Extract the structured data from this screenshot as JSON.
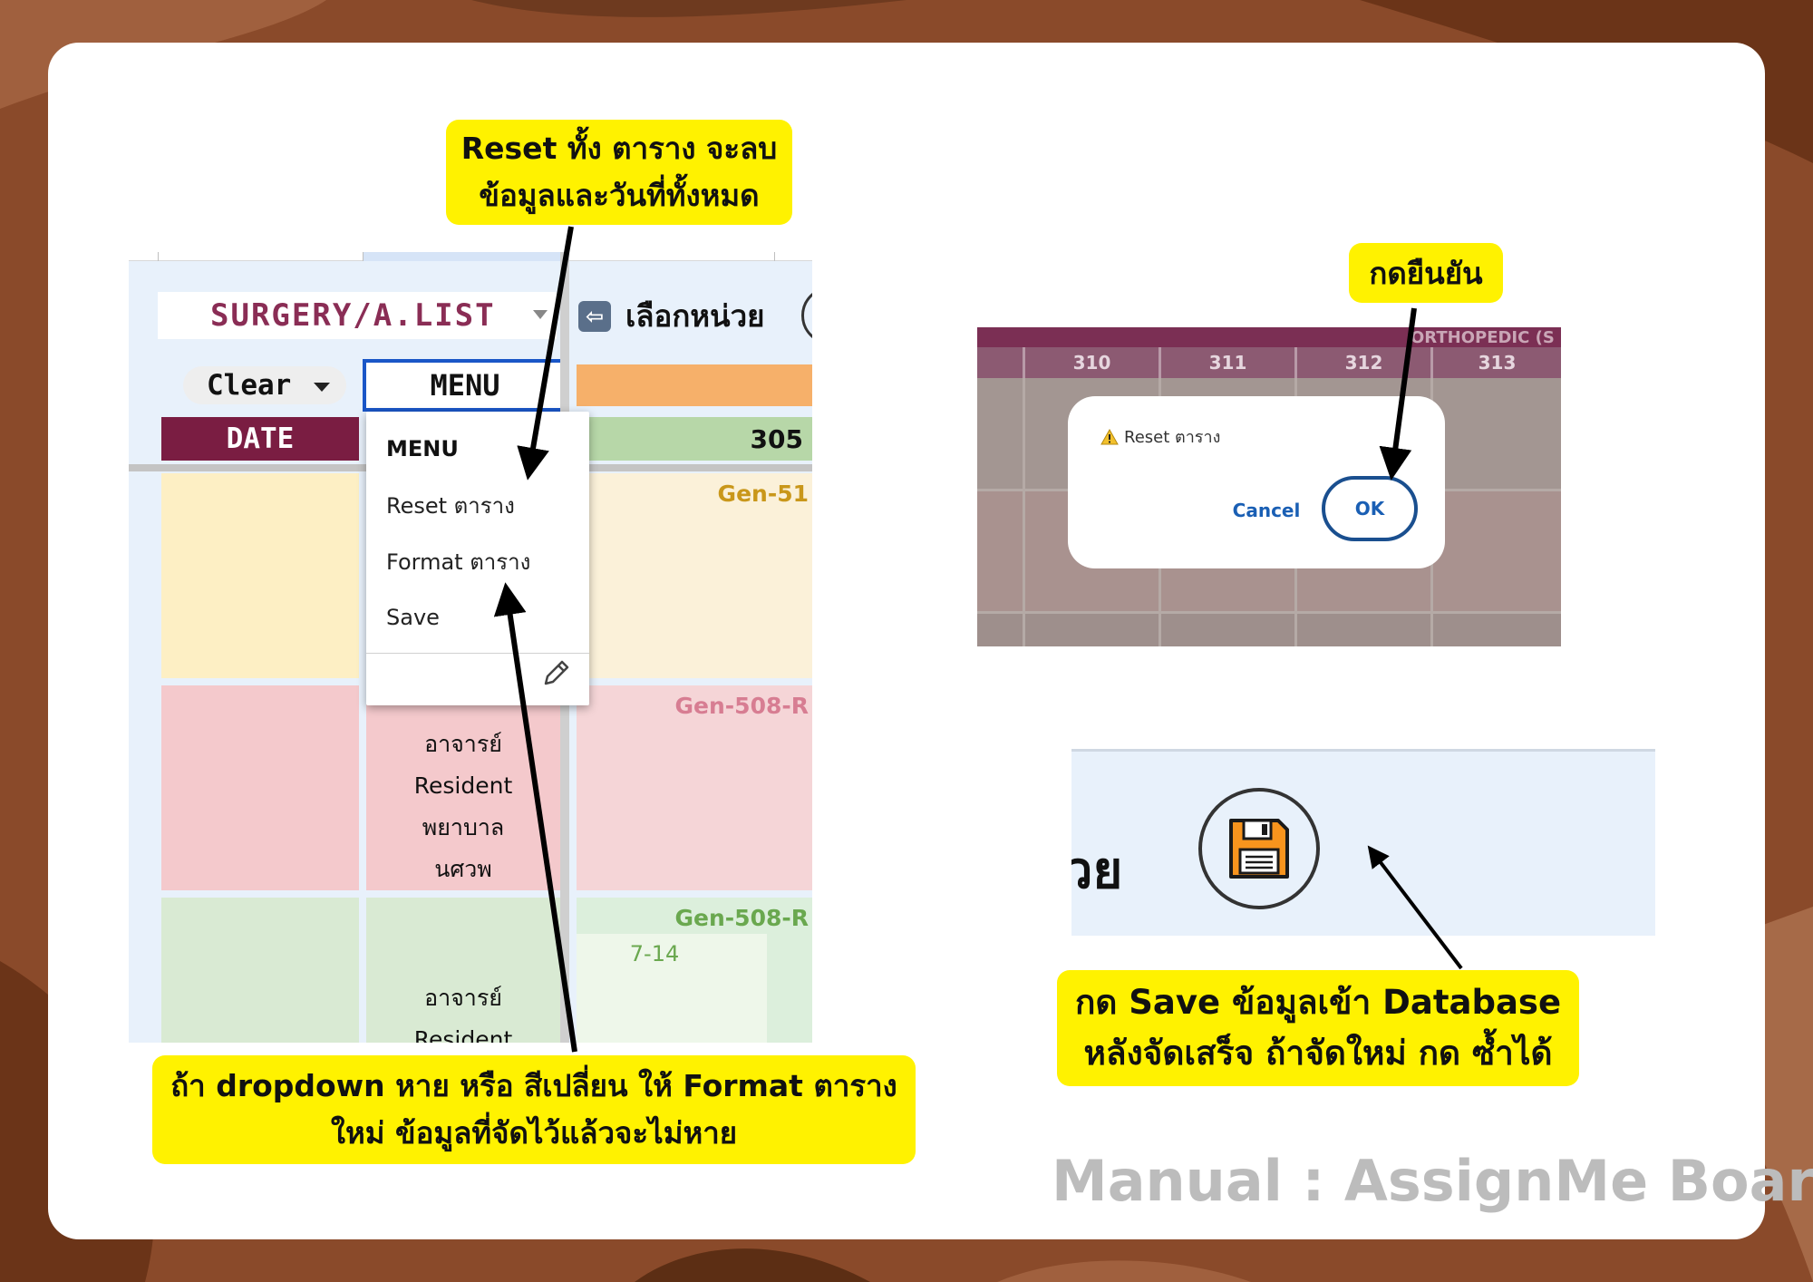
{
  "title": "Manual : AssignMe Board",
  "colors": {
    "callout": "#fff200",
    "brand_maroon": "#7a1d42",
    "menu_border": "#1a56c7",
    "background": "#8a4a2a"
  },
  "callouts": {
    "reset": [
      "Reset ทั้ง ตาราง จะลบ",
      "ข้อมูลและวันที่ทั้งหมด"
    ],
    "confirm": "กดยืนยัน",
    "format": [
      "ถ้า dropdown หาย หรือ สีเปลี่ยน ให้ Format ตาราง",
      "ใหม่ ข้อมูลที่จัดไว้แล้วจะไม่หาย"
    ],
    "save": [
      "กด Save ข้อมูลเข้า Database",
      "หลังจัดเสร็จ  ถ้าจัดใหม่ กด ซ้ำได้"
    ]
  },
  "sheet": {
    "unit_select": "SURGERY/A.LIST",
    "back_icon": "arrow-left-icon",
    "select_unit_label": "เลือกหน่วย",
    "clear_label": "Clear",
    "menu_label": "MENU",
    "date_header": "DATE",
    "room_305": "305",
    "gen_labels": [
      "Gen-51",
      "Gen-508-R",
      "Gen-508-R"
    ],
    "time_label": "7-14",
    "staff_row_red": [
      "อาจารย์",
      "Resident",
      "พยาบาล",
      "นศวพ"
    ],
    "staff_row_green": [
      "อาจารย์",
      "Resident"
    ],
    "menu_items": [
      "MENU",
      "Reset ตาราง",
      "Format ตาราง",
      "Save"
    ],
    "edit_icon": "pencil-icon"
  },
  "dialog": {
    "header_partial": "ORTHOPEDIC (S",
    "columns": [
      "310",
      "311",
      "312",
      "313"
    ],
    "icon": "warning-icon",
    "message": "Reset ตาราง",
    "cancel": "Cancel",
    "ok": "OK"
  },
  "save_panel": {
    "text_fragment": "วย",
    "icon": "floppy-disk-icon"
  }
}
